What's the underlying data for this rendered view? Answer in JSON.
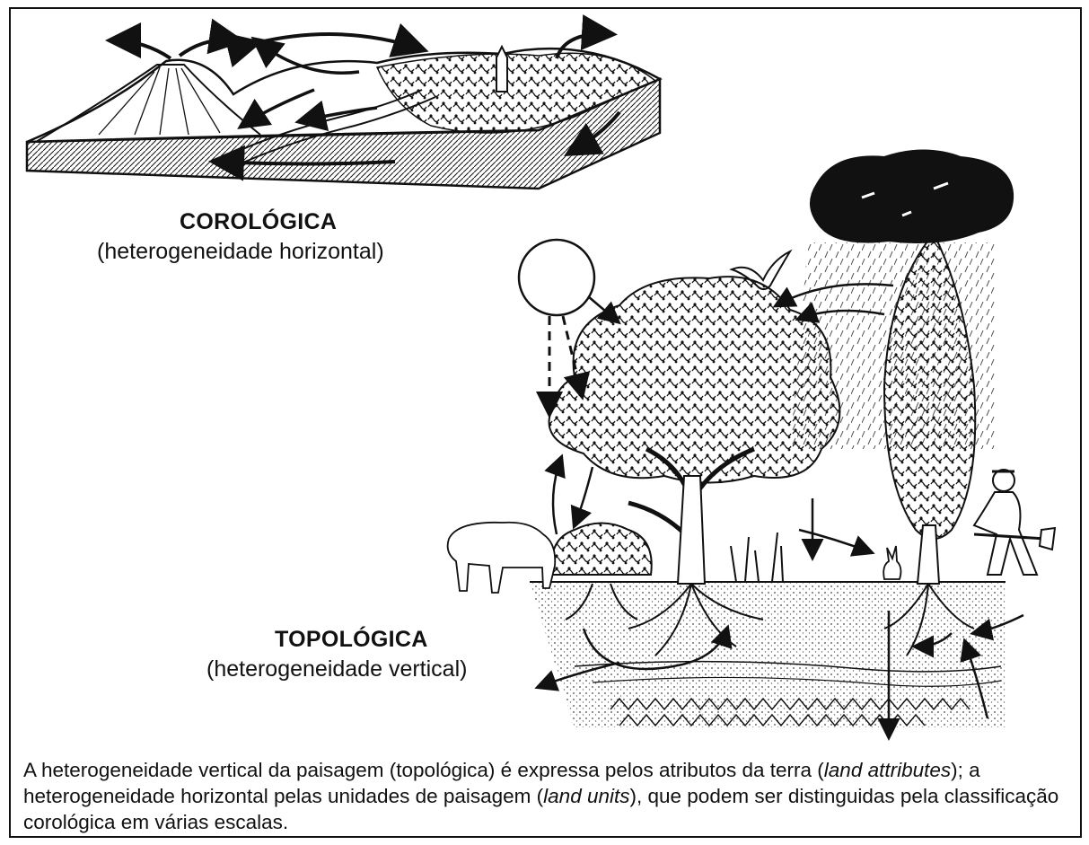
{
  "labels": {
    "horizontal": {
      "title": "COROLÓGICA",
      "subtitle": "(heterogeneidade horizontal)"
    },
    "vertical": {
      "title": "TOPOLÓGICA",
      "subtitle": "(heterogeneidade vertical)"
    }
  },
  "caption": {
    "part1": "A heterogeneidade vertical da paisagem (topológica) é expressa pelos atributos da terra (",
    "term1": "land attributes",
    "part2": "); a heterogeneidade horizontal pelas unidades de paisagem (",
    "term2": "land units",
    "part3": "), que podem ser distinguidas pela classificação corológica em várias escalas."
  },
  "illustrations": {
    "landscape_block": "landscape-block-diagram",
    "ecosystem_profile": "vertical-ecosystem-profile"
  },
  "colors": {
    "ink": "#111111",
    "background": "#ffffff"
  }
}
